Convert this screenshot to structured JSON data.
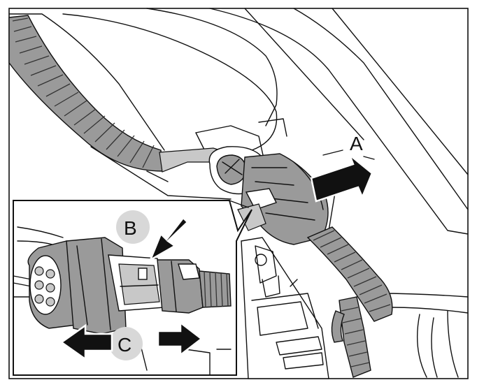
{
  "callouts": {
    "a": "A",
    "b": "B",
    "c": "C"
  },
  "colors": {
    "line": "#111111",
    "shade": "#9a9a9a",
    "light_shade": "#c8c8c8",
    "background": "#ffffff"
  }
}
